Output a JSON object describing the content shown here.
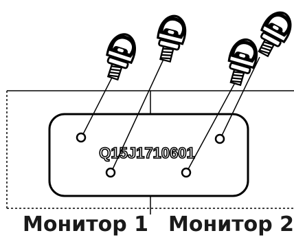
{
  "plate": {
    "serial": "Q15J1710601"
  },
  "captions": {
    "monitor_1": "Монитор 1",
    "monitor_2": "Монитор 2"
  }
}
